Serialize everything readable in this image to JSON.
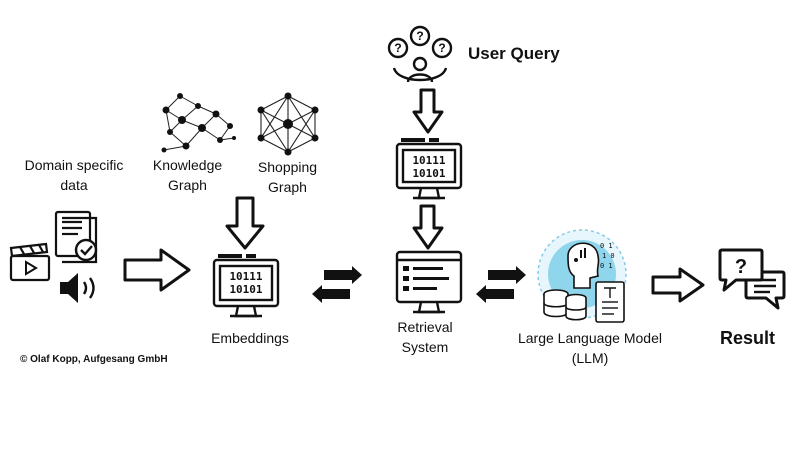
{
  "labels": {
    "domain_line1": "Domain specific",
    "domain_line2": "data",
    "kg_line1": "Knowledge",
    "kg_line2": "Graph",
    "sg_line1": "Shopping",
    "sg_line2": "Graph",
    "embeddings": "Embeddings",
    "user_query": "User Query",
    "retrieval_line1": "Retrieval",
    "retrieval_line2": "System",
    "llm_line1": "Large Language Model",
    "llm_line2": "(LLM)",
    "result": "Result",
    "copyright": "© Olaf Kopp, Aufgesang GmbH"
  },
  "binary": {
    "row1": "10111",
    "row2": "10101"
  },
  "icons": {
    "user_query": "user-question-icon",
    "knowledge_graph": "knowledge-graph-icon",
    "shopping_graph": "shopping-graph-icon",
    "video": "video-clapper-icon",
    "document": "checked-document-icon",
    "audio": "speaker-icon",
    "embeddings": "binary-monitor-icon",
    "retrieval": "list-monitor-icon",
    "llm": "ai-head-database-icon",
    "result": "question-chat-icon"
  },
  "colors": {
    "llm_accent": "#8fd6ec"
  }
}
